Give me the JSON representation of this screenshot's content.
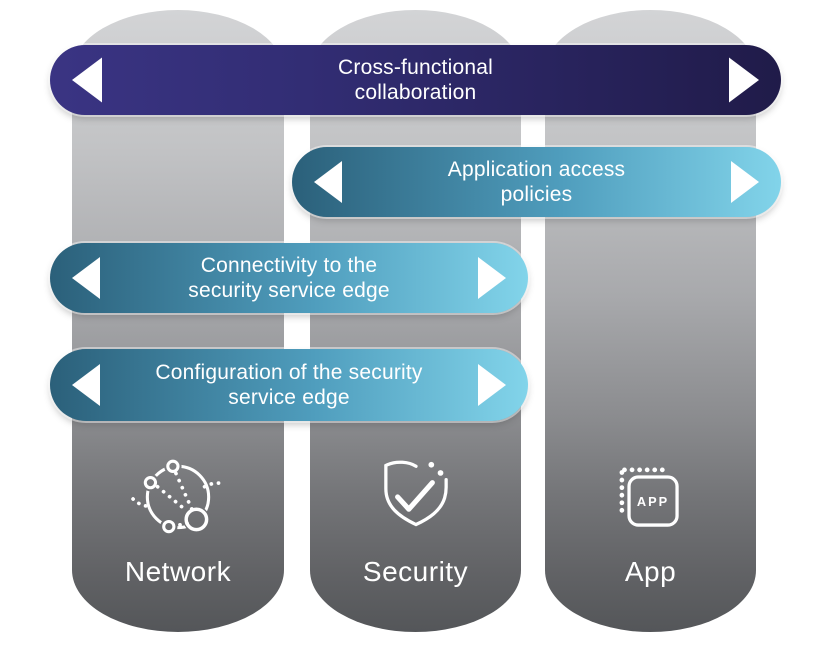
{
  "colors": {
    "indigo_light": "#3a3483",
    "indigo_mid": "#322d74",
    "indigo_dark": "#201b49",
    "teal_dark": "#2b607a",
    "teal_mid": "#4f9dbd",
    "teal_light": "#82d4ea",
    "column_top": "#d3d4d6",
    "column_bottom": "#545659",
    "banner_text": "#ffffff"
  },
  "banners": [
    {
      "id": "cross-functional-collaboration",
      "line1": "Cross-functional",
      "line2": "collaboration",
      "style": "indigo",
      "spans": [
        "Network",
        "Security",
        "App"
      ]
    },
    {
      "id": "application-access-policies",
      "line1": "Application access",
      "line2": "policies",
      "style": "teal",
      "spans": [
        "Security",
        "App"
      ]
    },
    {
      "id": "connectivity-to-sse",
      "line1": "Connectivity to the",
      "line2": "security service edge",
      "style": "teal",
      "spans": [
        "Network",
        "Security"
      ]
    },
    {
      "id": "configuration-of-sse",
      "line1": "Configuration of the security",
      "line2": "service edge",
      "style": "teal",
      "spans": [
        "Network",
        "Security"
      ]
    }
  ],
  "columns": [
    {
      "label": "Network",
      "icon": "network-globe-icon"
    },
    {
      "label": "Security",
      "icon": "shield-check-icon"
    },
    {
      "label": "App",
      "icon": "app-window-icon",
      "icon_text": "APP"
    }
  ]
}
